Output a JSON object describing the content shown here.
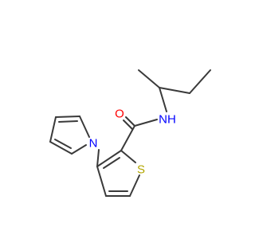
{
  "molecule": {
    "atom_labels": {
      "amide_oxygen": "O",
      "amide_nh": "NH",
      "pyrrole_nitrogen": "N",
      "thiophene_sulfur": "S"
    },
    "colors": {
      "bond": "#3a3a3a",
      "oxygen": "#ff0000",
      "nitrogen": "#0000ff",
      "sulfur": "#b2a600"
    }
  }
}
